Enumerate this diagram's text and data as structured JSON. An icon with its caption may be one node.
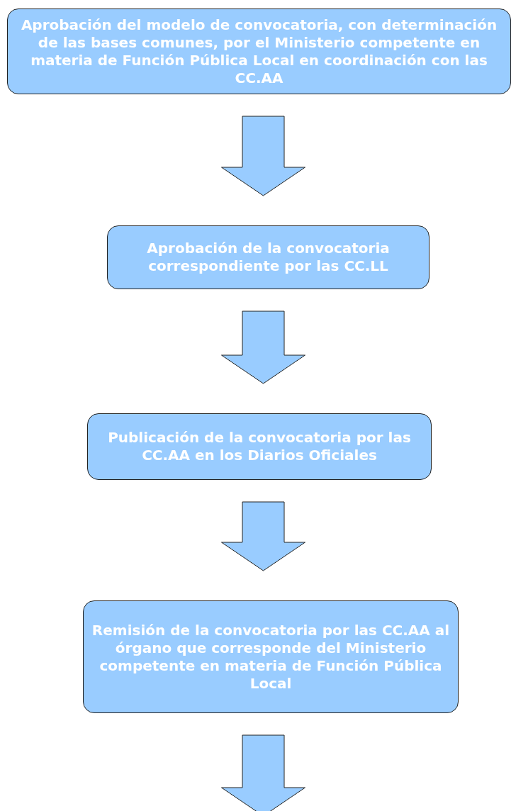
{
  "diagram": {
    "nodes": [
      {
        "text": [
          "Aprobación del modelo de convocatoria, con determinación de las bases comunes, por el Ministerio competente en materia de Función Pública Local en coordinación con las CC.AA"
        ]
      },
      {
        "text": [
          "Aprobación de la convocatoria correspondiente por las CC.LL"
        ]
      },
      {
        "text": [
          "Publicación de la convocatoria por las CC.AA en los Diarios Oficiales"
        ]
      },
      {
        "text": [
          "Remisión de la convocatoria por las CC.AA al órgano que corresponde del Ministerio competente en materia de Función Pública Local"
        ]
      }
    ],
    "edges": [
      {
        "from": 0,
        "to": 1,
        "arrow": "to"
      },
      {
        "from": 1,
        "to": 2,
        "arrow": "to"
      },
      {
        "from": 2,
        "to": 3,
        "arrow": "to"
      },
      {
        "from": 3,
        "to": null,
        "arrow": "to"
      }
    ]
  }
}
